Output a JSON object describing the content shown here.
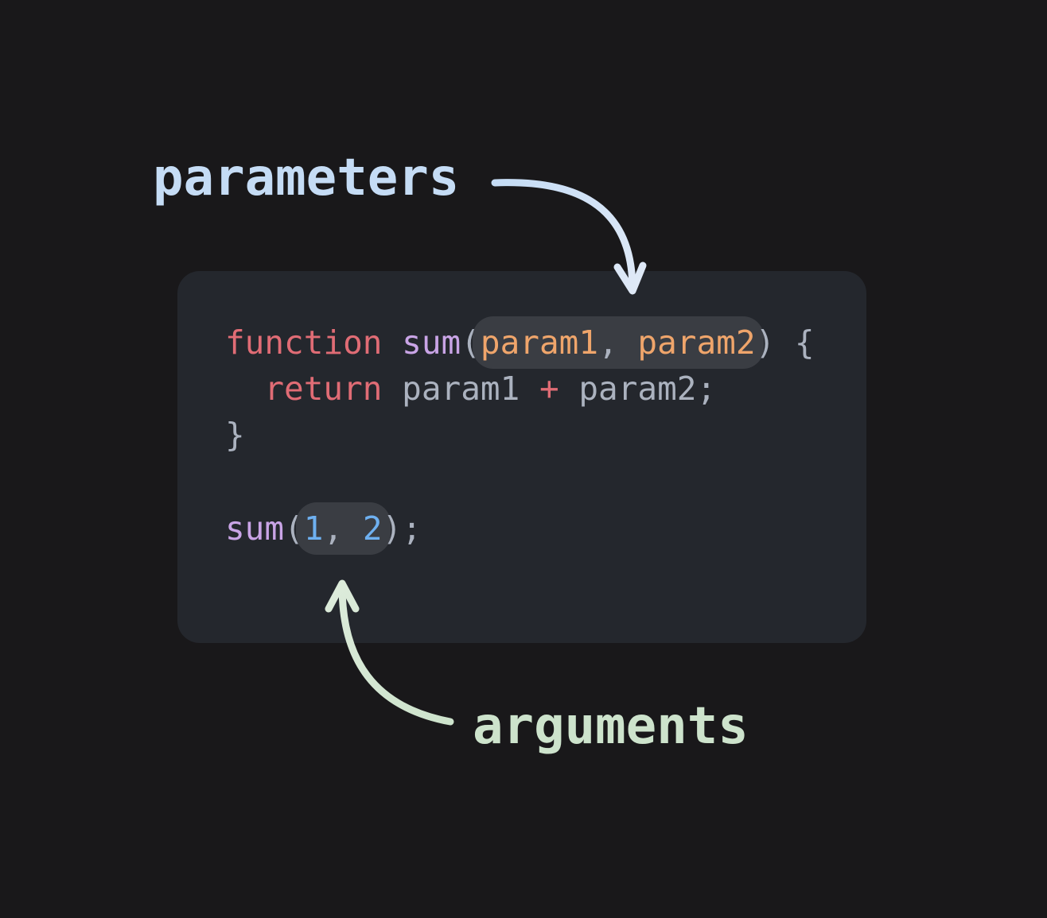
{
  "labels": {
    "parameters": "parameters",
    "arguments": "arguments"
  },
  "code": {
    "line1": {
      "keyword": "function",
      "space1": " ",
      "fn_name": "sum",
      "open_paren": "(",
      "param1": "param1",
      "comma": ", ",
      "param2": "param2",
      "close_paren": ")",
      "brace": " {"
    },
    "line2": {
      "indent": "  ",
      "keyword": "return",
      "expr1": " param1 ",
      "operator": "+",
      "expr2": " param2;"
    },
    "line3": {
      "brace": "}"
    },
    "line4": {
      "fn_name": "sum",
      "open_paren": "(",
      "arg1": "1",
      "comma": ", ",
      "arg2": "2",
      "close_paren": ")",
      "semicolon": ";"
    }
  },
  "colors": {
    "background": "#19181a",
    "panel": "#24272d",
    "highlight": "#3a3d43",
    "parameters_label": "#c5dcf5",
    "arguments_label": "#cde3cc",
    "keyword": "#e06c75",
    "function_name": "#c9a4e6",
    "parameter": "#efa56b",
    "number": "#6eb0f0",
    "plain": "#abb2bf"
  }
}
